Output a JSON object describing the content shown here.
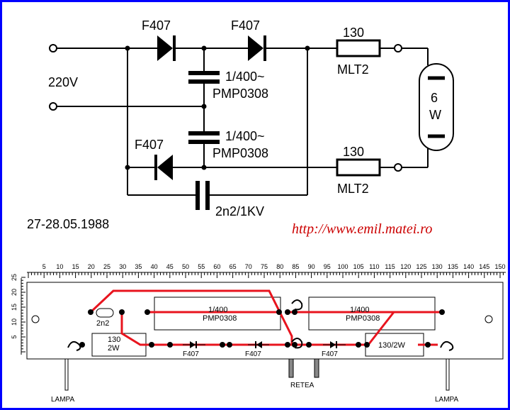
{
  "schematic": {
    "supply_label": "220V",
    "diode_labels": [
      "F407",
      "F407",
      "F407"
    ],
    "capacitor1": {
      "value": "1/400~",
      "type": "PMP0308"
    },
    "capacitor2": {
      "value": "1/400~",
      "type": "PMP0308"
    },
    "small_capacitor_label": "2n2/1KV",
    "resistor_top": {
      "value": "130",
      "type": "MLT2"
    },
    "resistor_bottom": {
      "value": "130",
      "type": "MLT2"
    },
    "lamp": {
      "line1": "6",
      "line2": "W"
    }
  },
  "date": "27-28.05.1988",
  "website": "http://www.emil.matei.ro",
  "ruler": {
    "top_ticks": [
      "5",
      "10",
      "15",
      "20",
      "25",
      "30",
      "35",
      "40",
      "45",
      "50",
      "55",
      "60",
      "65",
      "70",
      "75",
      "80",
      "85",
      "90",
      "95",
      "100",
      "105",
      "110",
      "115",
      "120",
      "125",
      "130",
      "135",
      "140",
      "145",
      "150"
    ],
    "side_ticks": [
      "25",
      "20",
      "15",
      "10",
      "5"
    ]
  },
  "board": {
    "cap_left": {
      "value": "1/400",
      "type": "PMP0308"
    },
    "cap_right": {
      "value": "1/400",
      "type": "PMP0308"
    },
    "small_cap": "2n2",
    "resistor_left": {
      "value": "130",
      "power": "2W"
    },
    "resistor_right": "130/2W",
    "diode_labels": [
      "F407",
      "F407",
      "F407"
    ],
    "lamp_left": "LAMPA",
    "lamp_right": "LAMPA",
    "mains": "RETEA"
  },
  "colors": {
    "border": "#0000ff",
    "track": "#e8141e",
    "website": "#cc0000"
  }
}
